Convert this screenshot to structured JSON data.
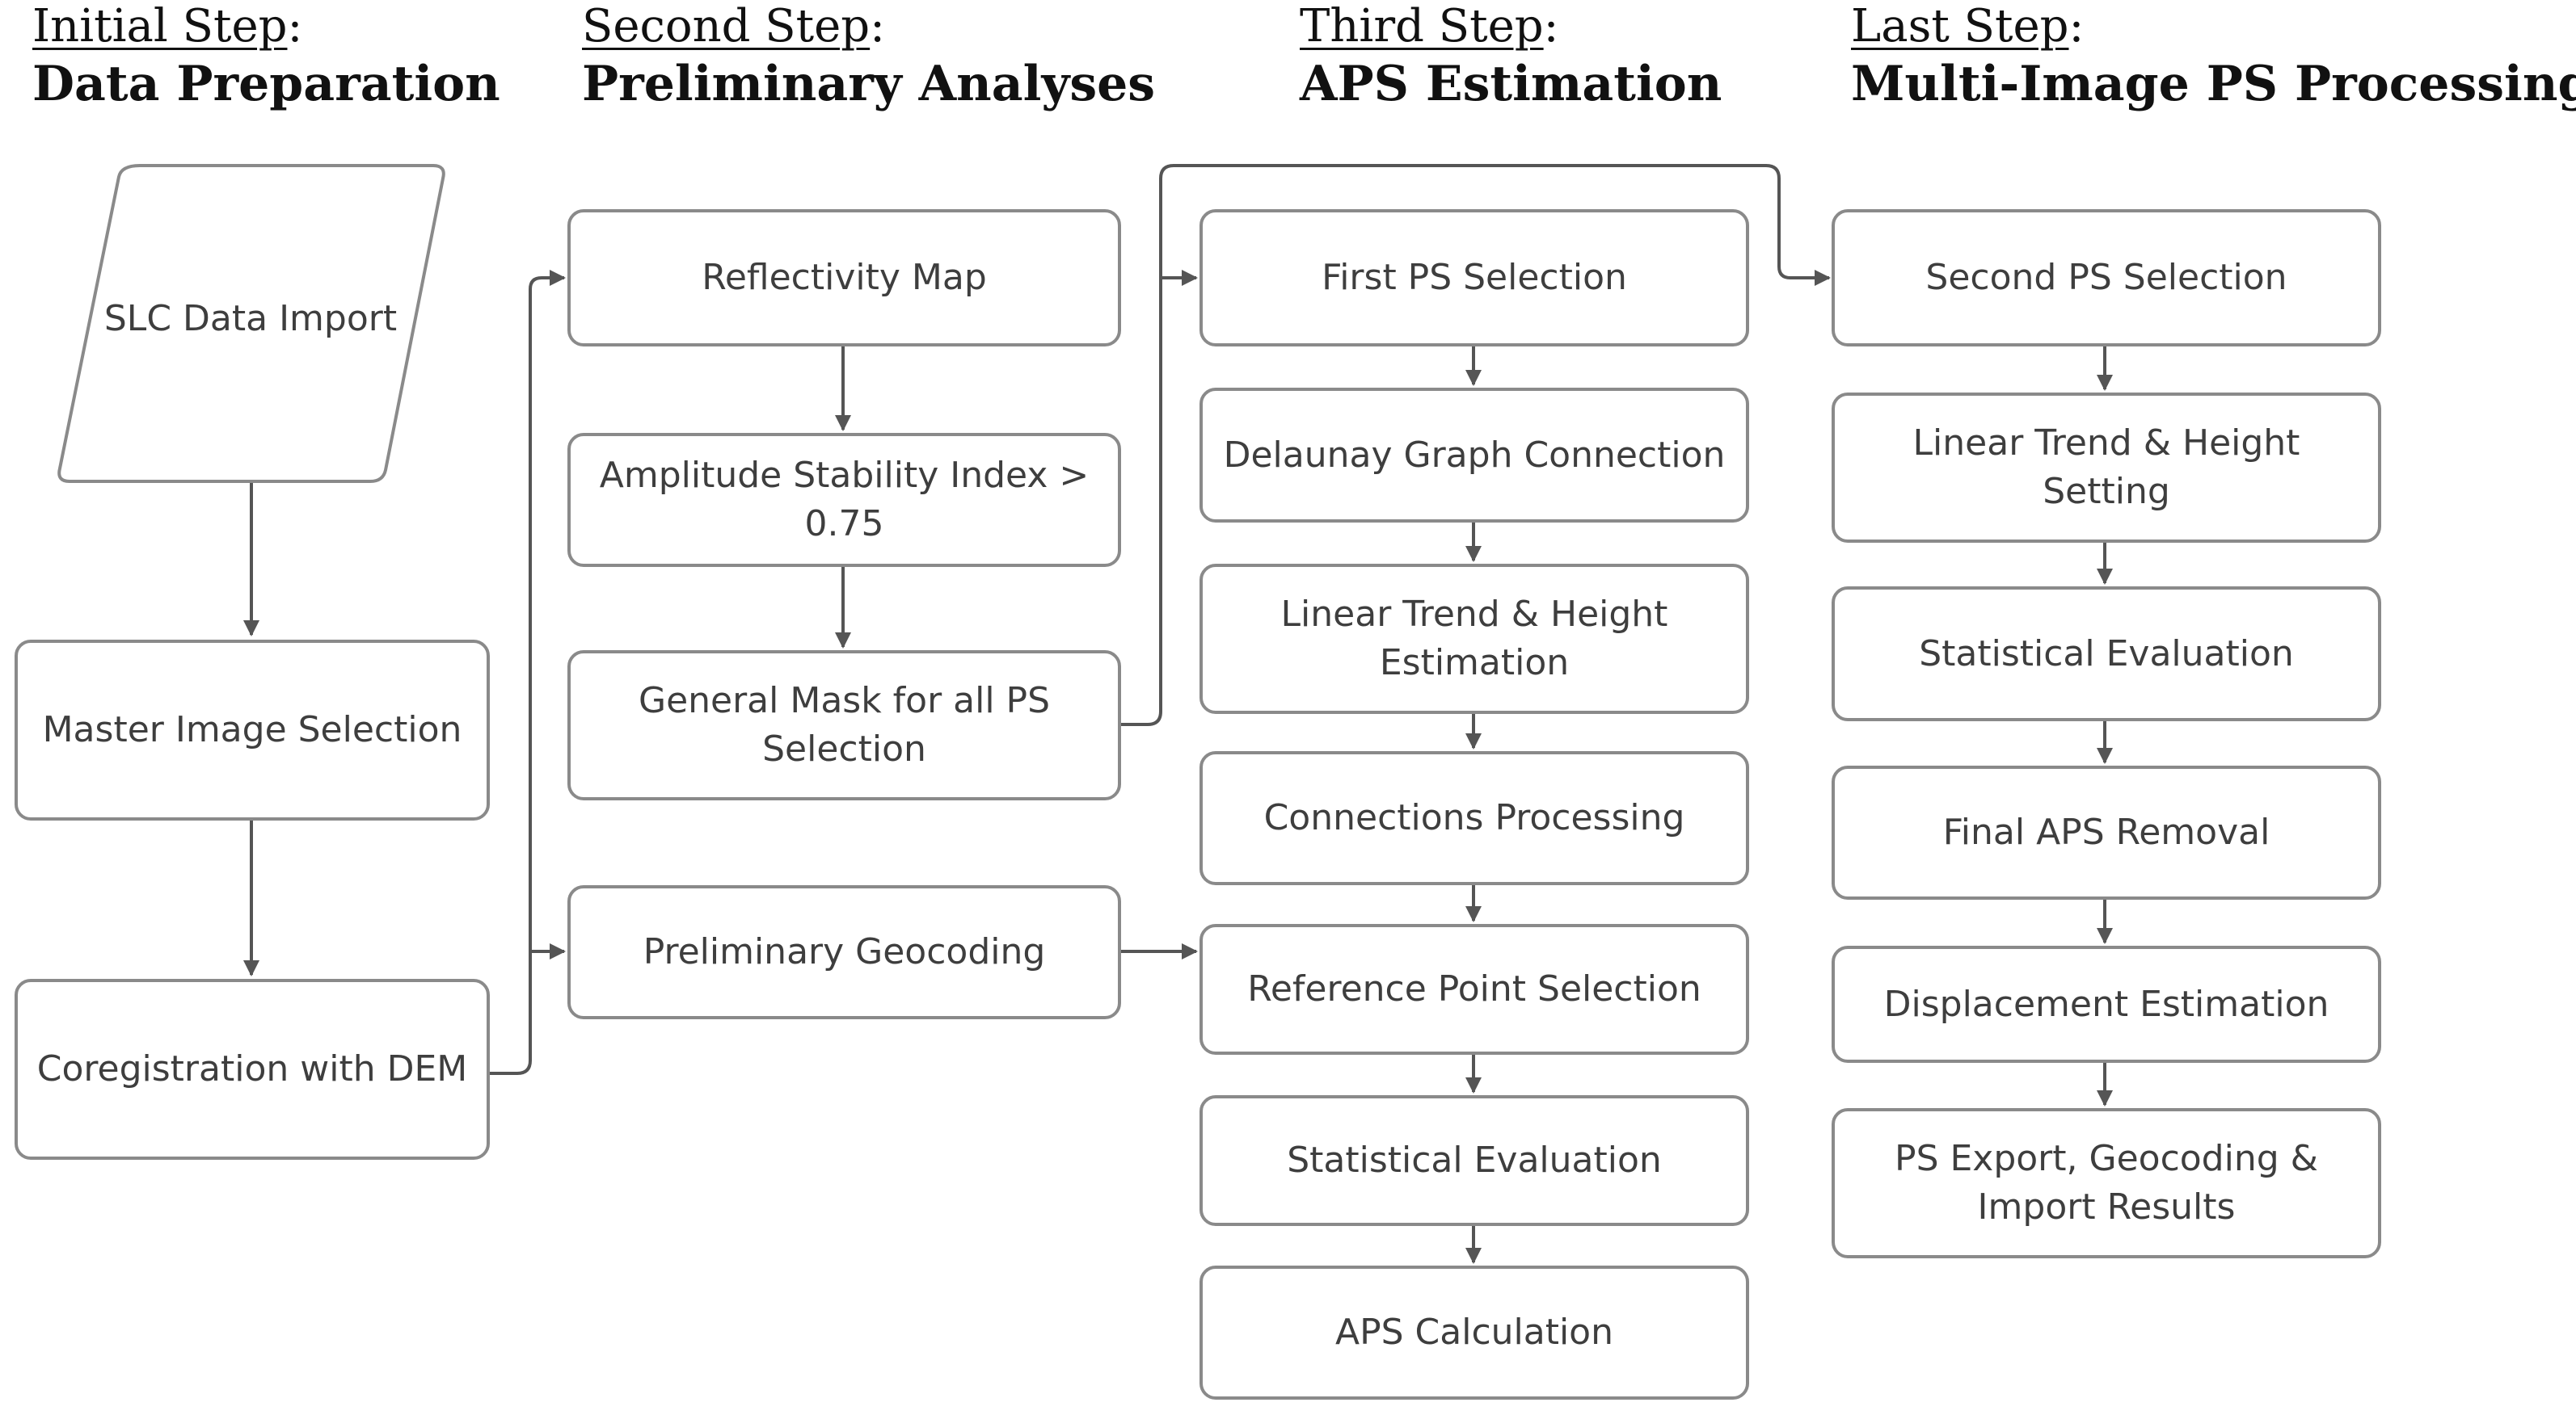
{
  "headers": [
    {
      "step": "Initial Step",
      "title": "Data Preparation"
    },
    {
      "step": "Second Step",
      "title": "Preliminary Analyses"
    },
    {
      "step": "Third Step",
      "title": "APS Estimation"
    },
    {
      "step": "Last Step",
      "title": "Multi-Image PS Processing"
    }
  ],
  "col1": {
    "slc": "SLC Data Import",
    "master": "Master Image Selection",
    "coreg": "Coregistration with DEM"
  },
  "col2": {
    "reflectivity": "Reflectivity Map",
    "amplitude": "Amplitude Stability Index > 0.75",
    "mask": "General Mask for all  PS Selection",
    "geocoding": "Preliminary Geocoding"
  },
  "col3": [
    "First PS Selection",
    "Delaunay Graph Connection",
    "Linear Trend & Height Estimation",
    "Connections Processing",
    "Reference Point Selection",
    "Statistical Evaluation",
    "APS Calculation"
  ],
  "col4": [
    "Second PS Selection",
    "Linear Trend & Height Setting",
    "Statistical Evaluation",
    "Final APS Removal",
    "Displacement Estimation",
    "PS Export, Geocoding & Import Results"
  ],
  "colors": {
    "box_border": "#8a8a8a",
    "connector": "#555555",
    "text": "#3e3e3e"
  }
}
